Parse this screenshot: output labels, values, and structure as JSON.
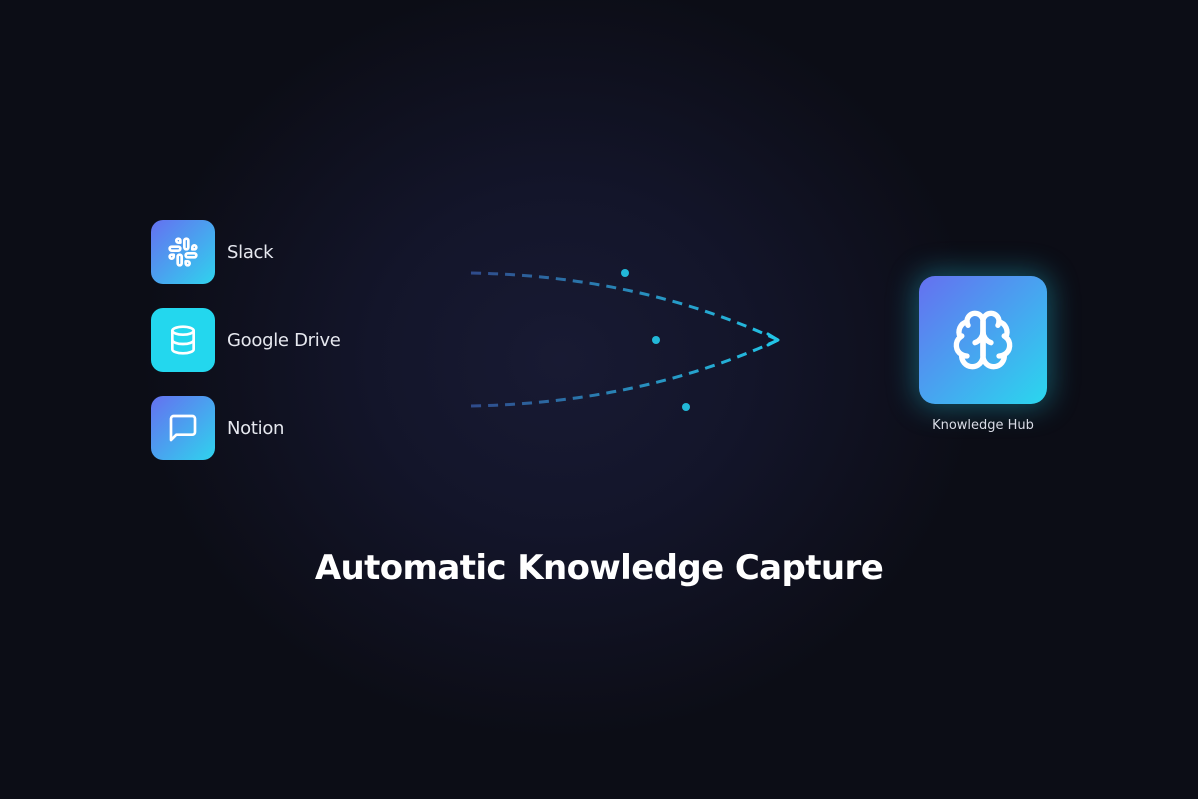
{
  "sources": [
    {
      "label": "Slack",
      "icon": "slack-icon"
    },
    {
      "label": "Google Drive",
      "icon": "database-icon"
    },
    {
      "label": "Notion",
      "icon": "message-square-icon"
    }
  ],
  "hub": {
    "label": "Knowledge Hub",
    "icon": "brain-icon"
  },
  "title": "Automatic Knowledge Capture",
  "colors": {
    "background": "#0c0d16",
    "accent_cyan": "#22d3ee",
    "accent_indigo": "#6366f1",
    "dash_start": "#2f4a8a",
    "dash_end": "#22c4e6"
  }
}
